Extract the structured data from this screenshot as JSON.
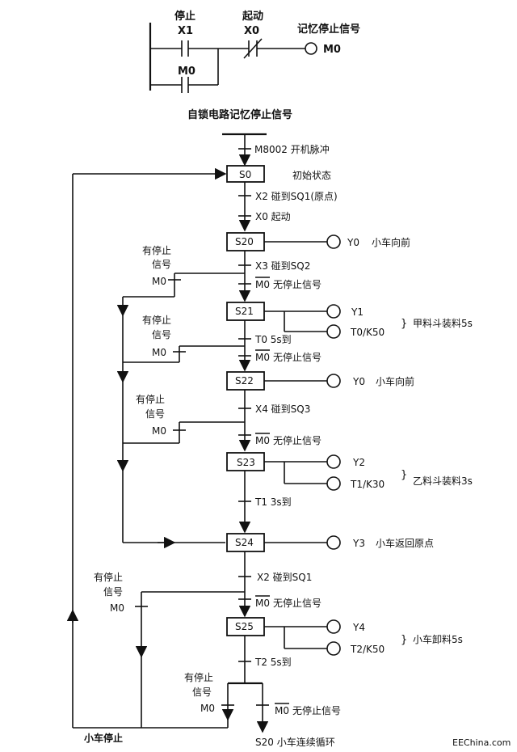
{
  "ladder": {
    "stop_label": "停止",
    "stop_contact": "X1",
    "start_label": "起动",
    "start_contact": "X0",
    "coil_label": "记忆停止信号",
    "coil": "M0",
    "seal_contact": "M0",
    "caption": "自锁电路记忆停止信号"
  },
  "sfc": {
    "init_pulse": "M8002 开机脉冲",
    "steps": {
      "s0": {
        "name": "S0",
        "desc": "初始状态"
      },
      "s20": {
        "name": "S20",
        "out": "Y0",
        "out_desc": "小车向前"
      },
      "s21": {
        "name": "S21",
        "out1": "Y1",
        "out2": "T0/K50",
        "group_desc": "甲料斗装料5s"
      },
      "s22": {
        "name": "S22",
        "out": "Y0",
        "out_desc": "小车向前"
      },
      "s23": {
        "name": "S23",
        "out1": "Y2",
        "out2": "T1/K30",
        "group_desc": "乙料斗装料3s"
      },
      "s24": {
        "name": "S24",
        "out": "Y3",
        "out_desc": "小车返回原点"
      },
      "s25": {
        "name": "S25",
        "out1": "Y4",
        "out2": "T2/K50",
        "group_desc": "小车卸料5s"
      }
    },
    "transitions": {
      "t_s0_a": "X2  碰到SQ1(原点)",
      "t_s0_b": "X0  起动",
      "t_s20_a": "X3  碰到SQ2",
      "t_s20_b": "无停止信号",
      "t_s21_a": "T0    5s到",
      "t_s21_b": "无停止信号",
      "t_s22_a": "X4  碰到SQ3",
      "t_s22_b": "无停止信号",
      "t_s23": "T1      3s到",
      "t_s24_a": "X2   碰到SQ1",
      "t_s24_b": "无停止信号",
      "t_s25": "T2  5s到",
      "t_end": "无停止信号"
    },
    "m0_bar": "M0",
    "stop_branch": {
      "line1": "有停止",
      "line2": "信号",
      "contact": "M0"
    },
    "end_jump": "S20   小车连续循环",
    "stop_car": "小车停止"
  },
  "watermark": "EEChina.com"
}
